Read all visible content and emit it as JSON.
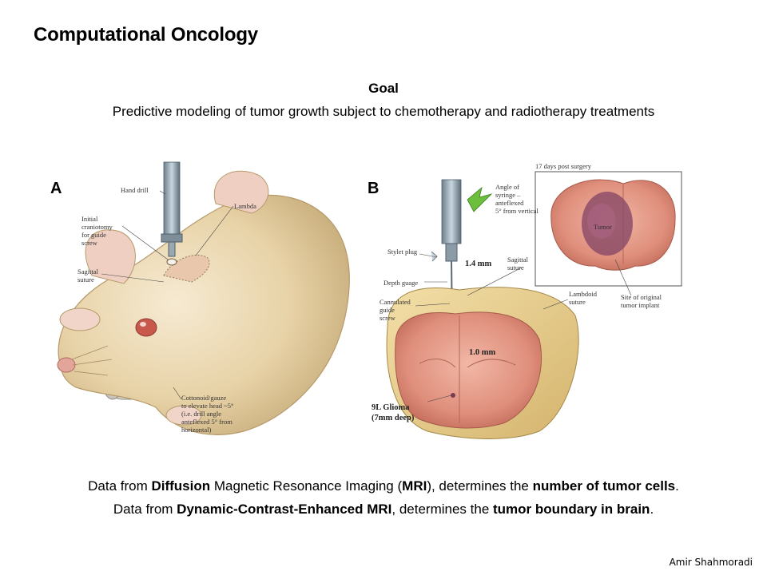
{
  "slide": {
    "title": "Computational Oncology",
    "author": "Amir Shahmoradi"
  },
  "goal": {
    "heading": "Goal",
    "text": "Predictive modeling of tumor growth subject to chemotherapy and radiotherapy treatments"
  },
  "figure": {
    "panel_a": {
      "label": "A",
      "annotations": {
        "hand_drill": "Hand drill",
        "lambda": "Lambda",
        "initial_1": "Initial",
        "initial_2": "craniotomy",
        "initial_3": "for guide",
        "initial_4": "screw",
        "sagittal_1": "Sagittal",
        "sagittal_2": "suture",
        "cotton_1": "Cottonoid/gauze",
        "cotton_2": "to elevate head ~5°",
        "cotton_3": "(i.e. drill angle",
        "cotton_4": "anteflexed 5° from",
        "cotton_5": "horizontal)"
      }
    },
    "panel_b": {
      "label": "B",
      "annotations": {
        "days_post_surgery": "17 days post surgery",
        "angle_1": "Angle of",
        "angle_2": "syringe –",
        "angle_3": "anteflexed",
        "angle_4": "5° from vertical",
        "stylet_plug": "Stylet plug",
        "depth_1_4": "1.4 mm",
        "sagittal_1": "Sagittal",
        "sagittal_2": "suture",
        "depth_gauge": "Depth guage",
        "cannulated_1": "Cannulated",
        "cannulated_2": "guide",
        "cannulated_3": "screw",
        "lambdoid_1": "Lambdoid",
        "lambdoid_2": "suture",
        "site_1": "Site of original",
        "site_2": "tumor implant",
        "tumor": "Tumor",
        "depth_1_0": "1.0 mm",
        "glioma_1": "9L Glioma",
        "glioma_2": "(7mm deep)"
      }
    }
  },
  "data_lines": {
    "line1": {
      "p1": "Data from ",
      "b1": "Diffusion",
      "p2": " Magnetic Resonance Imaging (",
      "b2": "MRI",
      "p3": "), determines the ",
      "b3": "number of tumor cells",
      "p4": "."
    },
    "line2": {
      "p1": "Data from ",
      "b1": "Dynamic-Contrast-Enhanced MRI",
      "p2": ", determines the ",
      "b2": "tumor boundary in brain",
      "p3": "."
    }
  }
}
